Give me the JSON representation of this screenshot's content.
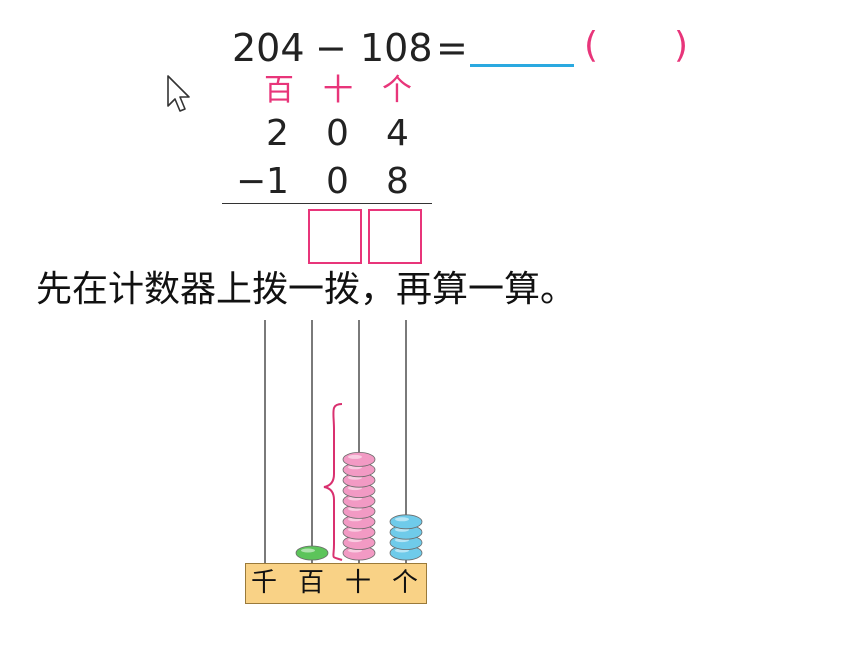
{
  "equation": {
    "left": "204",
    "operator": "−",
    "right": "108",
    "equals": "=",
    "paren_open": "(",
    "paren_close": ")"
  },
  "place_value_header": [
    "百",
    "十",
    "个"
  ],
  "vertical_subtraction": {
    "minuend": [
      "2",
      "0",
      "4"
    ],
    "subtrahend_sign": "−",
    "subtrahend": [
      "1",
      "0",
      "8"
    ]
  },
  "instruction": "先在计数器上拨一拨，再算一算。",
  "abacus": {
    "labels": [
      "千",
      "百",
      "十",
      "个"
    ],
    "beads": {
      "thousands": 0,
      "hundreds": 1,
      "tens": 10,
      "ones": 4
    },
    "colors": {
      "hundreds": "#5cc45a",
      "tens": "#f29ac4",
      "ones": "#6fcbea",
      "brace": "#d9306f"
    }
  }
}
